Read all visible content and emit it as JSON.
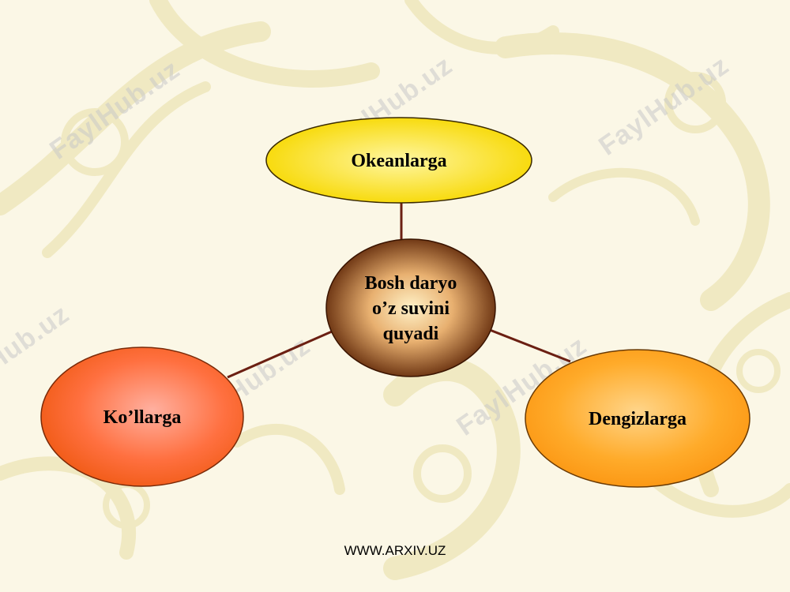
{
  "diagram": {
    "center": {
      "line1": "Bosh daryo",
      "line2": "o’z suvini",
      "line3": "quyadi"
    },
    "top": {
      "label": "Okeanlarga"
    },
    "left": {
      "label": "Ko’llarga"
    },
    "right": {
      "label": "Dengizlarga"
    }
  },
  "watermark": {
    "text": "FaylHub.uz"
  },
  "footer": {
    "text": "WWW.ARXIV.UZ"
  },
  "colors": {
    "background": "#fbf7e6",
    "ornament": "#efe8bf",
    "connector": "#6b1f12",
    "top_fill": "#fde94a",
    "left_fill": "#ff6a2a",
    "right_fill": "#ffa21c",
    "center_fill": "#6b3208"
  }
}
